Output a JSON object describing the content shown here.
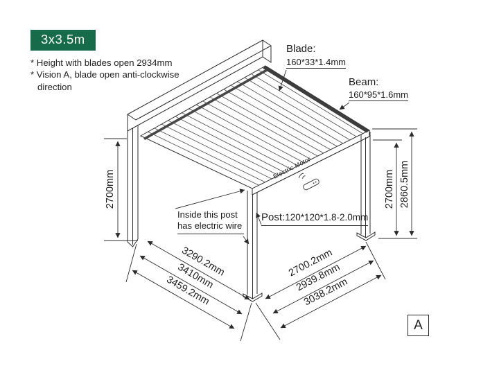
{
  "badge": {
    "label": "3x3.5m",
    "bg": "#156b4a"
  },
  "notes": {
    "line1": "* Height with blades open 2934mm",
    "line2": "* Vision A, blade open anti-clockwise direction"
  },
  "callouts": {
    "blade": {
      "title": "Blade:",
      "spec": "160*33*1.4mm"
    },
    "beam": {
      "title": "Beam:",
      "spec": "160*95*1.6mm"
    },
    "post": {
      "title": "Post:",
      "spec": "120*120*1.8-2.0mm"
    },
    "wire": {
      "note": "Inside this post has electric wire"
    },
    "motor": {
      "label": "Electric Motor"
    }
  },
  "dimensions": {
    "left_height": "2700mm",
    "right_height": "2700mm",
    "right_total_height": "2860.5mm",
    "left_spans": [
      "3290.2mm",
      "3410mm",
      "3459.2mm"
    ],
    "right_spans": [
      "2700.2mm",
      "2939.8mm",
      "3038.2mm"
    ]
  },
  "view": {
    "label": "A"
  }
}
